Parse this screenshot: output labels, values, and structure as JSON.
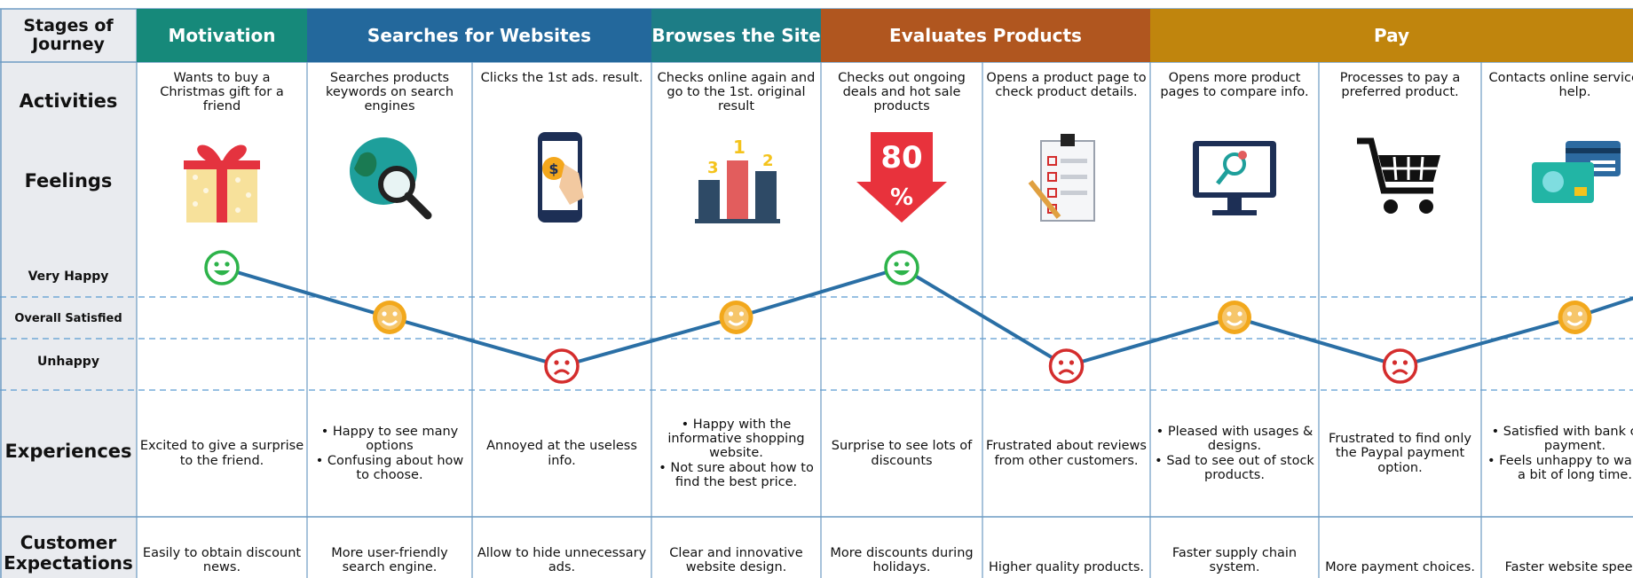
{
  "row_labels": {
    "stages": "Stages of Journey",
    "activities": "Activities",
    "feelings": "Feelings",
    "very_happy": "Very Happy",
    "overall_satisfied": "Overall Satisfied",
    "unhappy": "Unhappy",
    "experiences": "Experiences",
    "customer_expectations": "Customer Expectations"
  },
  "stages": [
    {
      "name": "Motivation",
      "color": "#16897a"
    },
    {
      "name": "Searches for Websites",
      "color": "#23689c"
    },
    {
      "name": "Browses the Site",
      "color": "#1d7d86"
    },
    {
      "name": "Evaluates Products",
      "color": "#b0561f"
    },
    {
      "name": "Pay",
      "color": "#c0850d"
    }
  ],
  "columns": [
    {
      "activity": "Wants to buy a Christmas gift for a friend",
      "icon": "gift-icon",
      "feeling": "very_happy",
      "experience": "Excited to give a surprise to the friend.",
      "expectation": "Easily to obtain discount news."
    },
    {
      "activity": "Searches products keywords on search engines",
      "icon": "globe-search-icon",
      "feeling": "overall_satisfied",
      "experience": "• Happy to see many options\n• Confusing about how to choose.",
      "expectation": "More user-friendly search engine."
    },
    {
      "activity": "Clicks the 1st ads. result.",
      "icon": "phone-tap-icon",
      "feeling": "unhappy",
      "experience": "Annoyed at the useless info.",
      "expectation": "Allow to hide unnecessary ads."
    },
    {
      "activity": "Checks online again and go to the 1st. original result",
      "icon": "ranking-podium-icon",
      "feeling": "overall_satisfied",
      "experience": "• Happy with the informative shopping website.\n• Not sure about how to find the best price.",
      "expectation": "Clear and innovative website design."
    },
    {
      "activity": "Checks out ongoing deals and hot sale products",
      "icon": "discount-80-icon",
      "feeling": "very_happy",
      "experience": "Surprise to see lots of discounts",
      "expectation": "More discounts during holidays."
    },
    {
      "activity": "Opens a product page to check product details.",
      "icon": "checklist-icon",
      "feeling": "unhappy",
      "experience": "Frustrated about reviews from other customers.",
      "expectation": "Higher quality products."
    },
    {
      "activity": "Opens more product pages to compare info.",
      "icon": "monitor-search-icon",
      "feeling": "overall_satisfied",
      "experience": "• Pleased with usages & designs.\n• Sad to see out of stock products.",
      "expectation": "Faster supply chain system."
    },
    {
      "activity": "Processes to pay a preferred product.",
      "icon": "shopping-cart-icon",
      "feeling": "unhappy",
      "experience": "Frustrated to find only the Paypal payment option.",
      "expectation": "More payment choices."
    },
    {
      "activity": "Contacts online service for help.",
      "icon": "credit-card-icon",
      "feeling": "overall_satisfied",
      "experience": "• Satisfied with bank card payment.\n• Feels unhappy to wait for a bit of long time.",
      "expectation": "Faster website speed."
    }
  ],
  "discount_text_top": "80",
  "discount_text_bottom": "%",
  "podium_numbers": [
    "3",
    "1",
    "2"
  ],
  "line_color": "#2a6fa5",
  "happy_color": "#2db34a",
  "satisfied_color": "#f2a81c",
  "unhappy_color": "#d42d2d"
}
